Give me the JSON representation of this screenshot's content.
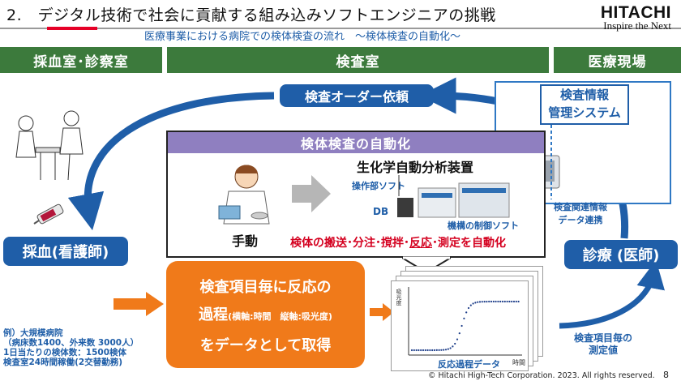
{
  "header": {
    "title": "2.　デジタル技術で社会に貢献する組み込みソフトエンジニアの挑戦",
    "subtitle": "医療事業における病院での検体検査の流れ　～検体検査の自動化～",
    "logo_name": "HITACHI",
    "logo_tagline": "Inspire the Next"
  },
  "sections": {
    "left": "採血室･診察室",
    "center": "検査室",
    "right": "医療現場"
  },
  "flow": {
    "order_request": "検査オーダー依頼",
    "blood_draw": "採血(看護師)",
    "diagnosis": "診療 (医師)",
    "measured_values": "検査項目毎の\n測定値"
  },
  "info_system": {
    "title_line1": "検査情報",
    "title_line2": "管理システム",
    "linkage_line1": "検査関連情報",
    "linkage_line2": "データ連携"
  },
  "automation": {
    "header": "検体検査の自動化",
    "manual": "手動",
    "analyzer_title": "生化学自動分析装置",
    "operation_software": "操作部ソフト",
    "db_label": "DB",
    "control_software": "機構の制御ソフト",
    "caption_part1": "検体の搬送･分注･撹拌･",
    "caption_highlight": "反応",
    "caption_part2": "･測定を自動化"
  },
  "acquisition": {
    "line1": "検査項目毎に反応の",
    "line2_main": "過程",
    "line2_small": "(横軸:時間　縦軸:吸光度)",
    "line3": "をデータとして取得"
  },
  "chart": {
    "ylabel": "吸光度",
    "xlabel": "時間",
    "caption": "反応過程データ"
  },
  "example": {
    "line1": "例）大規模病院",
    "line2": "（病床数1400、外来数 3000人）",
    "line3": "1日当たりの検体数：1500検体",
    "line4": "検査室24時間稼働(2交替勤務)"
  },
  "footer": {
    "copyright": "© Hitachi High-Tech Corporation. 2023. All rights reserved.",
    "page_number": "8"
  },
  "colors": {
    "brand_blue": "#1f5ea8",
    "section_green": "#3c7a3c",
    "accent_orange": "#f07a1a",
    "automation_purple": "#8f7fc0",
    "title_red": "#e60027",
    "highlight_red": "#d4001f"
  }
}
